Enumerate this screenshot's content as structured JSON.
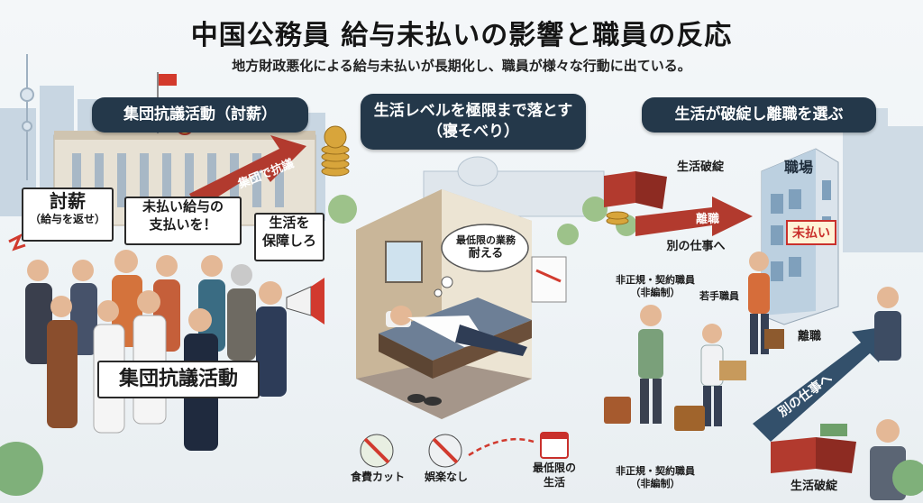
{
  "header": {
    "title": "中国公務員 給与未払いの影響と職員の反応",
    "subtitle": "地方財政悪化による給与未払いが長期化し、職員が様々な行動に出ている。"
  },
  "sections": {
    "protest": {
      "heading": "集団抗議活動（討薪）",
      "arrow_text": "集団で抗議",
      "sign_main_title": "討薪",
      "sign_main_sub": "（給与を返せ）",
      "sign_unpaid_line1": "未払い給与の",
      "sign_unpaid_line2": "支払いを！",
      "sign_life_line1": "生活を",
      "sign_life_line2": "保障しろ",
      "banner": "集団抗議活動"
    },
    "lying_flat": {
      "heading_line1": "生活レベルを極限まで落とす",
      "heading_line2": "（寝そべり）",
      "thought_line1": "最低限の業務",
      "thought_line2": "耐える",
      "food_cut": "食費カット",
      "no_entertainment": "娯楽なし",
      "minimum_life_line1": "最低限の",
      "minimum_life_line2": "生活"
    },
    "resign": {
      "heading": "生活が破綻し離職を選ぶ",
      "life_collapse_top": "生活破綻",
      "resign_arrow": "離職",
      "other_job_top": "別の仕事へ",
      "building_sign": "職場",
      "unpaid_sign": "未払い",
      "contract_staff_line1": "非正規・契約職員",
      "contract_staff_line2": "（非編制）",
      "young_staff": "若手職員",
      "resign_label": "離職",
      "other_job_arrow": "別の仕事へ",
      "contract_staff_bottom_line1": "非正規・契約職員",
      "contract_staff_bottom_line2": "（非編制）",
      "life_collapse_bottom": "生活破綻"
    }
  },
  "colors": {
    "pill_bg": "#24384a",
    "arrow_red": "#b23a2e",
    "arrow_blue": "#33506b",
    "sign_red": "#c9302c"
  }
}
